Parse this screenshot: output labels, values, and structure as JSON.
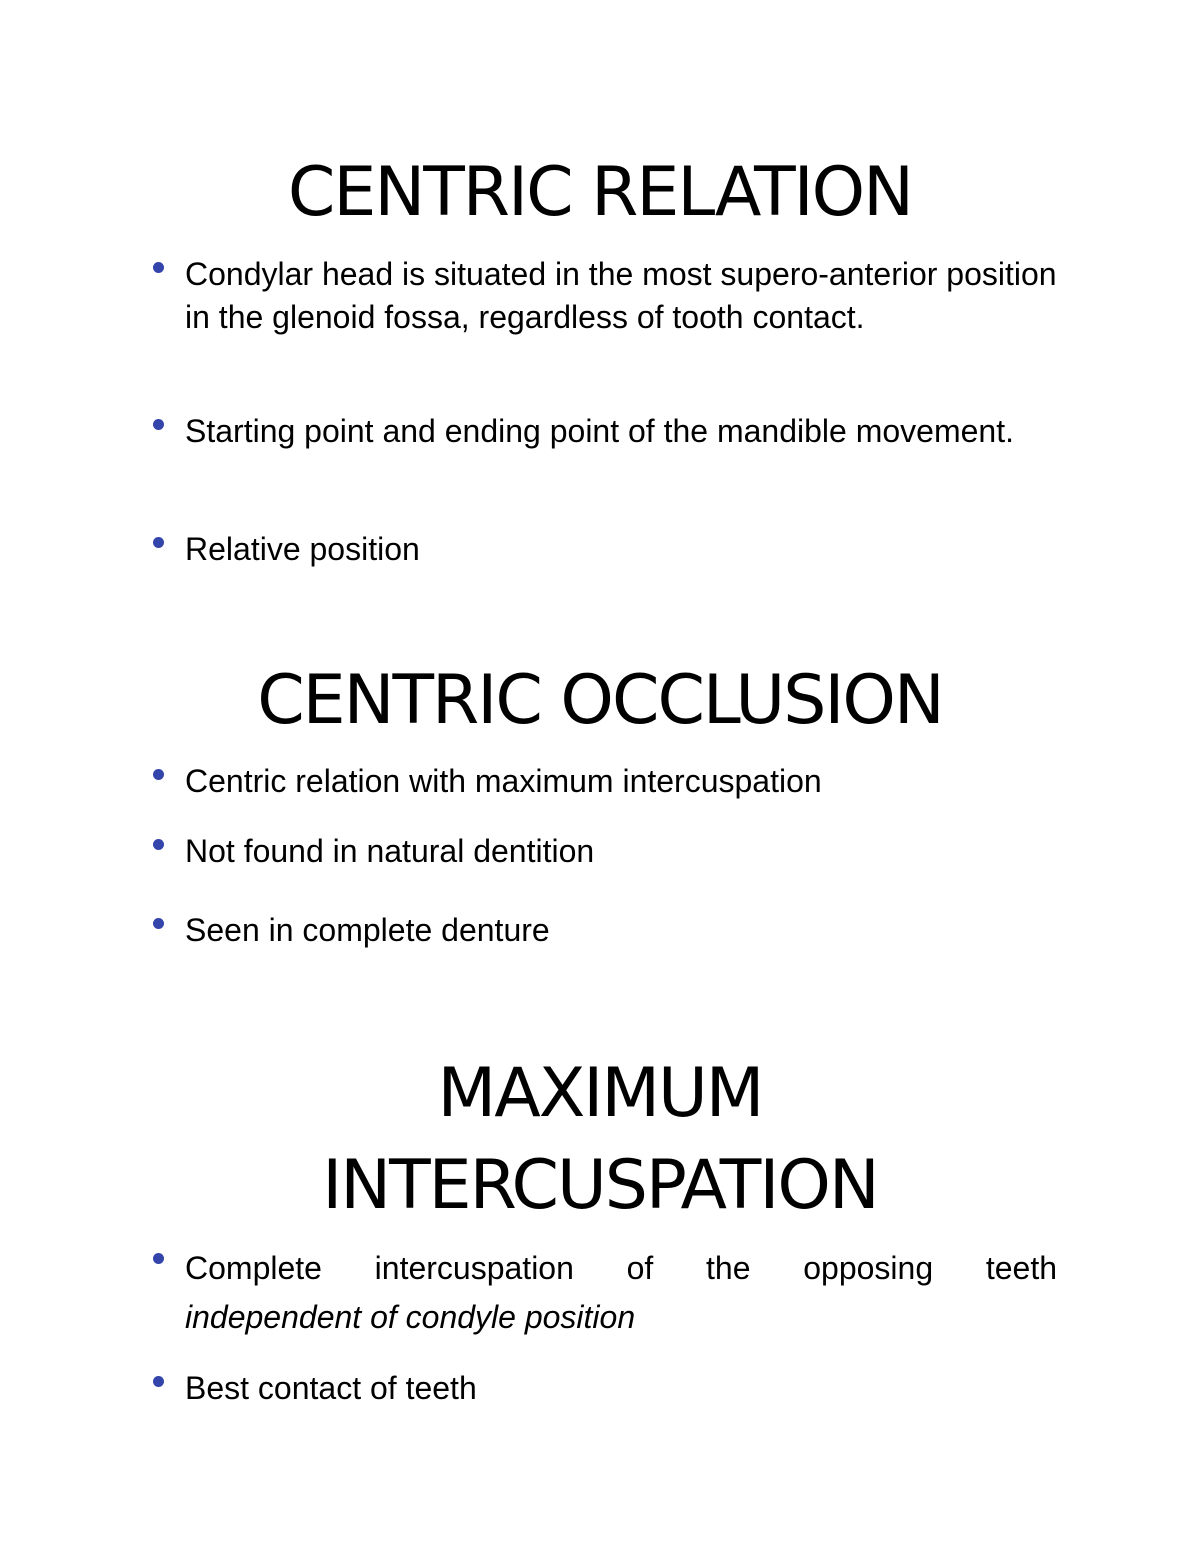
{
  "sections": [
    {
      "title": "CENTRIC RELATION",
      "bullets": [
        "Condylar head is situated in the most supero-anterior position in the glenoid fossa, regardless of tooth contact.",
        "Starting point and ending point of the mandible movement.",
        "Relative position"
      ]
    },
    {
      "title": "CENTRIC OCCLUSION",
      "bullets": [
        "Centric relation with maximum intercuspation",
        "Not found in natural dentition",
        "Seen in complete denture"
      ]
    },
    {
      "title_line1": "MAXIMUM",
      "title_line2": "INTERCUSPATION",
      "bullets": [
        {
          "text": "Complete intercuspation of the opposing teeth",
          "italic": "independent of condyle position"
        },
        "Best contact of teeth"
      ]
    }
  ],
  "colors": {
    "bullet": "#3344aa",
    "text": "#000000",
    "background": "#ffffff"
  }
}
